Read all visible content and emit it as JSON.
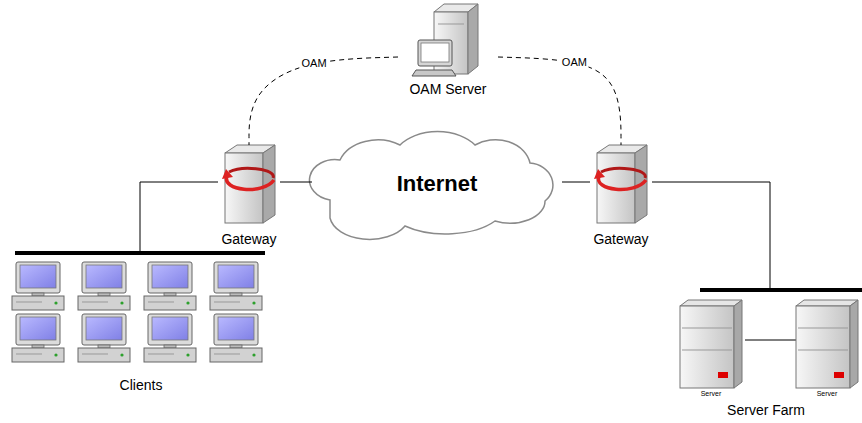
{
  "diagram": {
    "nodes": [
      {
        "text": [
          "OAM Server"
        ]
      },
      {
        "text": [
          "Gateway"
        ]
      },
      {
        "text": [
          "Internet"
        ]
      },
      {
        "text": [
          "Gateway"
        ]
      },
      {
        "text": [
          "Clients"
        ]
      },
      {
        "text": [
          "Server Farm"
        ]
      },
      {
        "text": [
          "Server"
        ],
        "in": 5
      },
      {
        "text": [
          "Server"
        ],
        "in": 5
      }
    ],
    "edges": [
      {
        "from": 0,
        "to": 1,
        "label": "OAM",
        "arrow": "none"
      },
      {
        "from": 0,
        "to": 3,
        "label": "OAM",
        "arrow": "none"
      },
      {
        "from": 1,
        "to": 2,
        "arrow": "none"
      },
      {
        "from": 2,
        "to": 3,
        "arrow": "none"
      },
      {
        "from": 4,
        "to": 1,
        "arrow": "none"
      },
      {
        "from": 5,
        "to": 3,
        "arrow": "none"
      }
    ]
  }
}
